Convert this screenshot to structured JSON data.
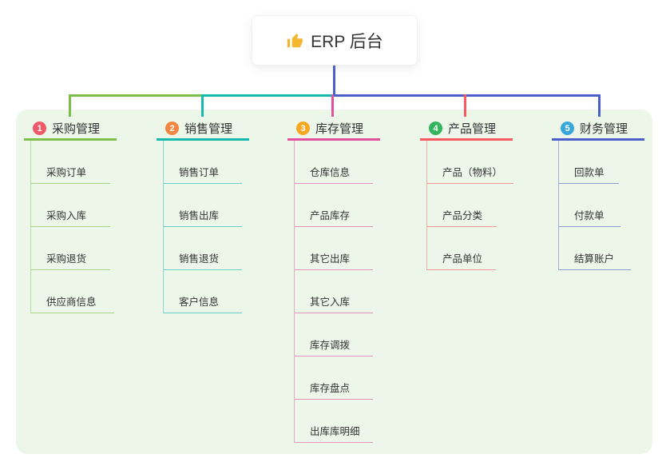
{
  "root": {
    "label": "ERP 后台",
    "icon": "thumbs-up-icon",
    "icon_color": "#F4B731"
  },
  "panel_color": "#ECF7E9",
  "connector_root_color": "#4A60C8",
  "branches": [
    {
      "index": "1",
      "label": "采购管理",
      "badge_color": "#F2596B",
      "line_color": "#7EBE4A",
      "children": [
        "采购订单",
        "采购入库",
        "采购退货",
        "供应商信息"
      ]
    },
    {
      "index": "2",
      "label": "销售管理",
      "badge_color": "#F58540",
      "line_color": "#17B8AE",
      "children": [
        "销售订单",
        "销售出库",
        "销售退货",
        "客户信息"
      ]
    },
    {
      "index": "3",
      "label": "库存管理",
      "badge_color": "#F7A823",
      "line_color": "#E1519E",
      "children": [
        "仓库信息",
        "产品库存",
        "其它出库",
        "其它入库",
        "库存调拨",
        "库存盘点",
        "出库库明细"
      ]
    },
    {
      "index": "4",
      "label": "产品管理",
      "badge_color": "#35B45F",
      "line_color": "#F65960",
      "children": [
        "产品（物料）",
        "产品分类",
        "产品单位"
      ]
    },
    {
      "index": "5",
      "label": "财务管理",
      "badge_color": "#38A8DC",
      "line_color": "#4A60C8",
      "children": [
        "回款单",
        "付款单",
        "结算账户"
      ]
    }
  ]
}
